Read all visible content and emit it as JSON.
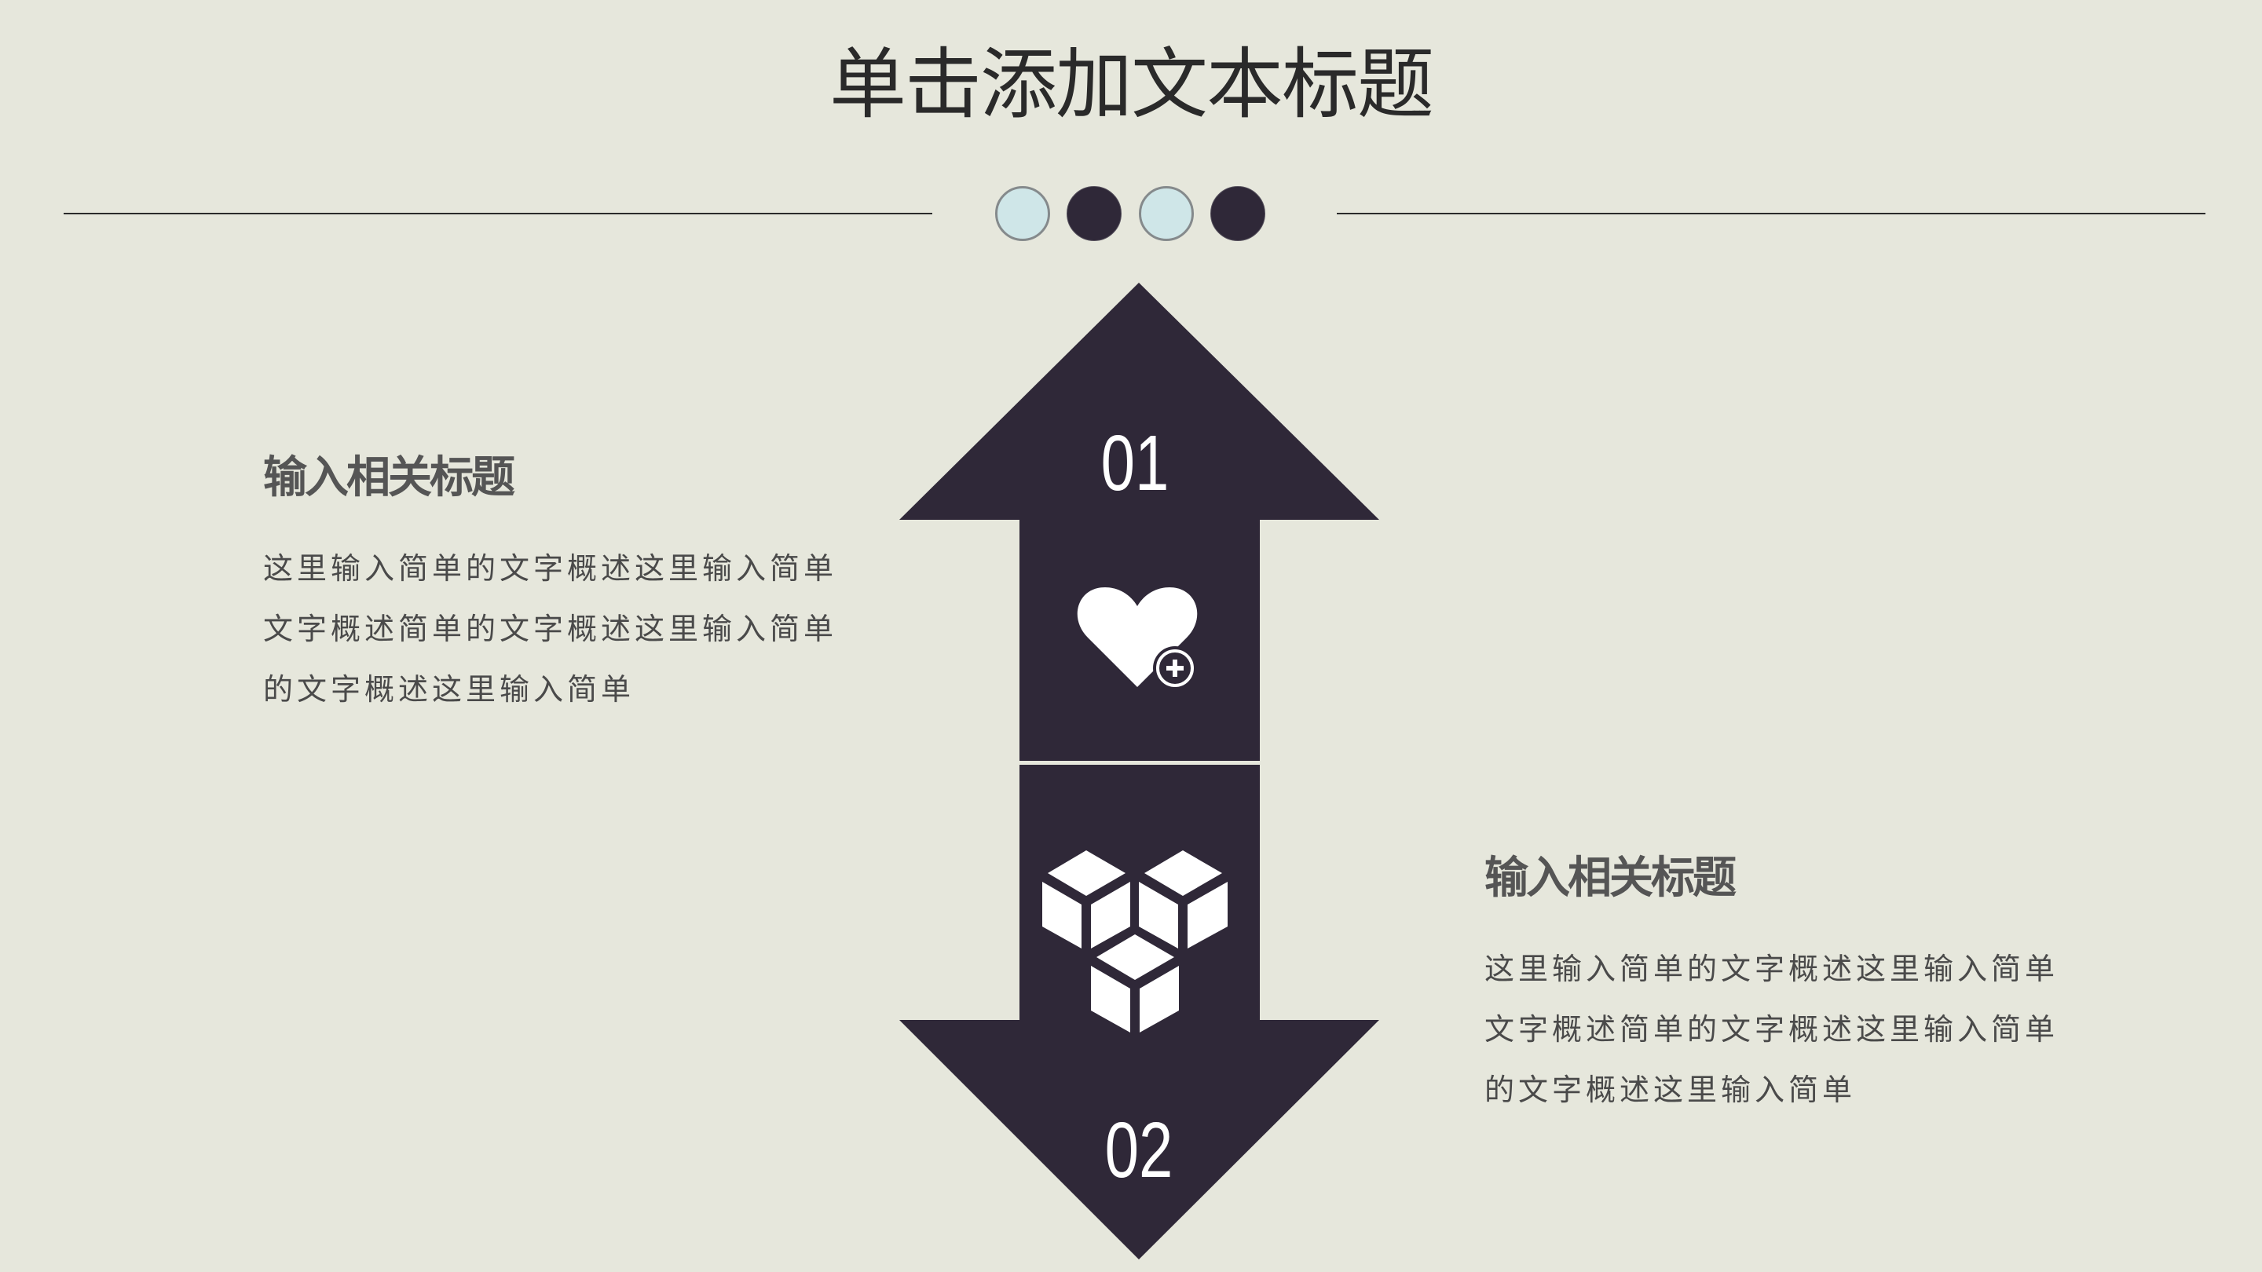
{
  "slide": {
    "title": "单击添加文本标题",
    "background_color": "#e6e7dc",
    "accent_dark": "#2f2838",
    "accent_light": "#cfe6e8"
  },
  "divider": {
    "dots": [
      {
        "style": "light"
      },
      {
        "style": "dark"
      },
      {
        "style": "light"
      },
      {
        "style": "dark"
      }
    ]
  },
  "arrows": [
    {
      "direction": "up",
      "number": "01",
      "icon": "heart-plus-icon"
    },
    {
      "direction": "down",
      "number": "02",
      "icon": "cubes-icon"
    }
  ],
  "blocks": [
    {
      "heading": "输入相关标题",
      "body_lines": [
        "这里输入简单的文字概述这里输入简单",
        "文字概述简单的文字概述这里输入简单",
        "的文字概述这里输入简单"
      ]
    },
    {
      "heading": "输入相关标题",
      "body_lines": [
        "这里输入简单的文字概述这里输入简单",
        "文字概述简单的文字概述这里输入简单",
        "的文字概述这里输入简单"
      ]
    }
  ]
}
